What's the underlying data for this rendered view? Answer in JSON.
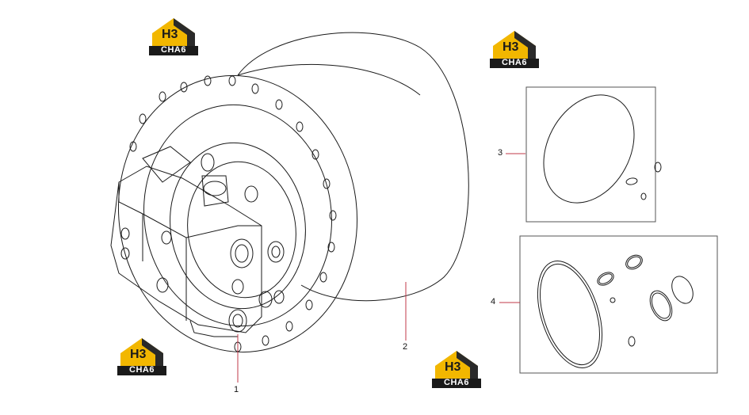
{
  "callouts": {
    "part1": "1",
    "part2": "2",
    "part3": "3",
    "part4": "4"
  },
  "watermark": {
    "mark": "H3",
    "brand": "CHA6",
    "colors": {
      "house": "#f2b700",
      "roof": "#2a2a2a",
      "band": "#1a1a1a"
    }
  },
  "colors": {
    "leader": "#c0394a",
    "line": "#1a1a1a",
    "frame": "#555555"
  }
}
